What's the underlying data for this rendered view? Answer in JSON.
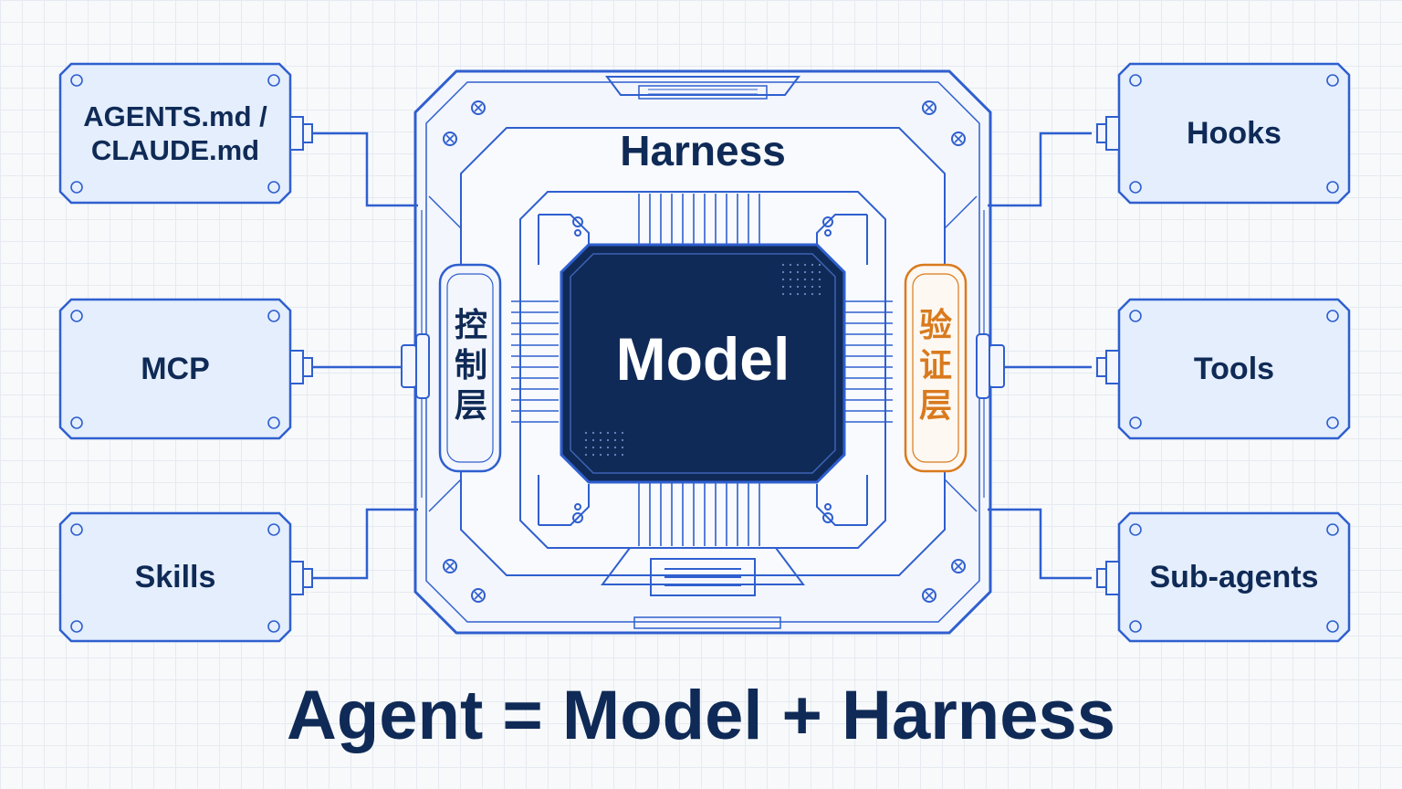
{
  "harness": {
    "title": "Harness"
  },
  "model": {
    "label": "Model"
  },
  "control_layer": {
    "label": "控制层"
  },
  "verify_layer": {
    "label": "验证层"
  },
  "left_modules": [
    {
      "line1": "AGENTS.md /",
      "line2": "CLAUDE.md"
    },
    {
      "line1": "MCP",
      "line2": ""
    },
    {
      "line1": "Skills",
      "line2": ""
    }
  ],
  "right_modules": [
    {
      "line1": "Hooks",
      "line2": ""
    },
    {
      "line1": "Tools",
      "line2": ""
    },
    {
      "line1": "Sub-agents",
      "line2": ""
    }
  ],
  "equation": "Agent = Model + Harness",
  "colors": {
    "navy": "#0f2a56",
    "blue_stroke": "#2f5fcf",
    "module_fill": "#e4eefc",
    "verify_orange": "#d97a1e"
  }
}
